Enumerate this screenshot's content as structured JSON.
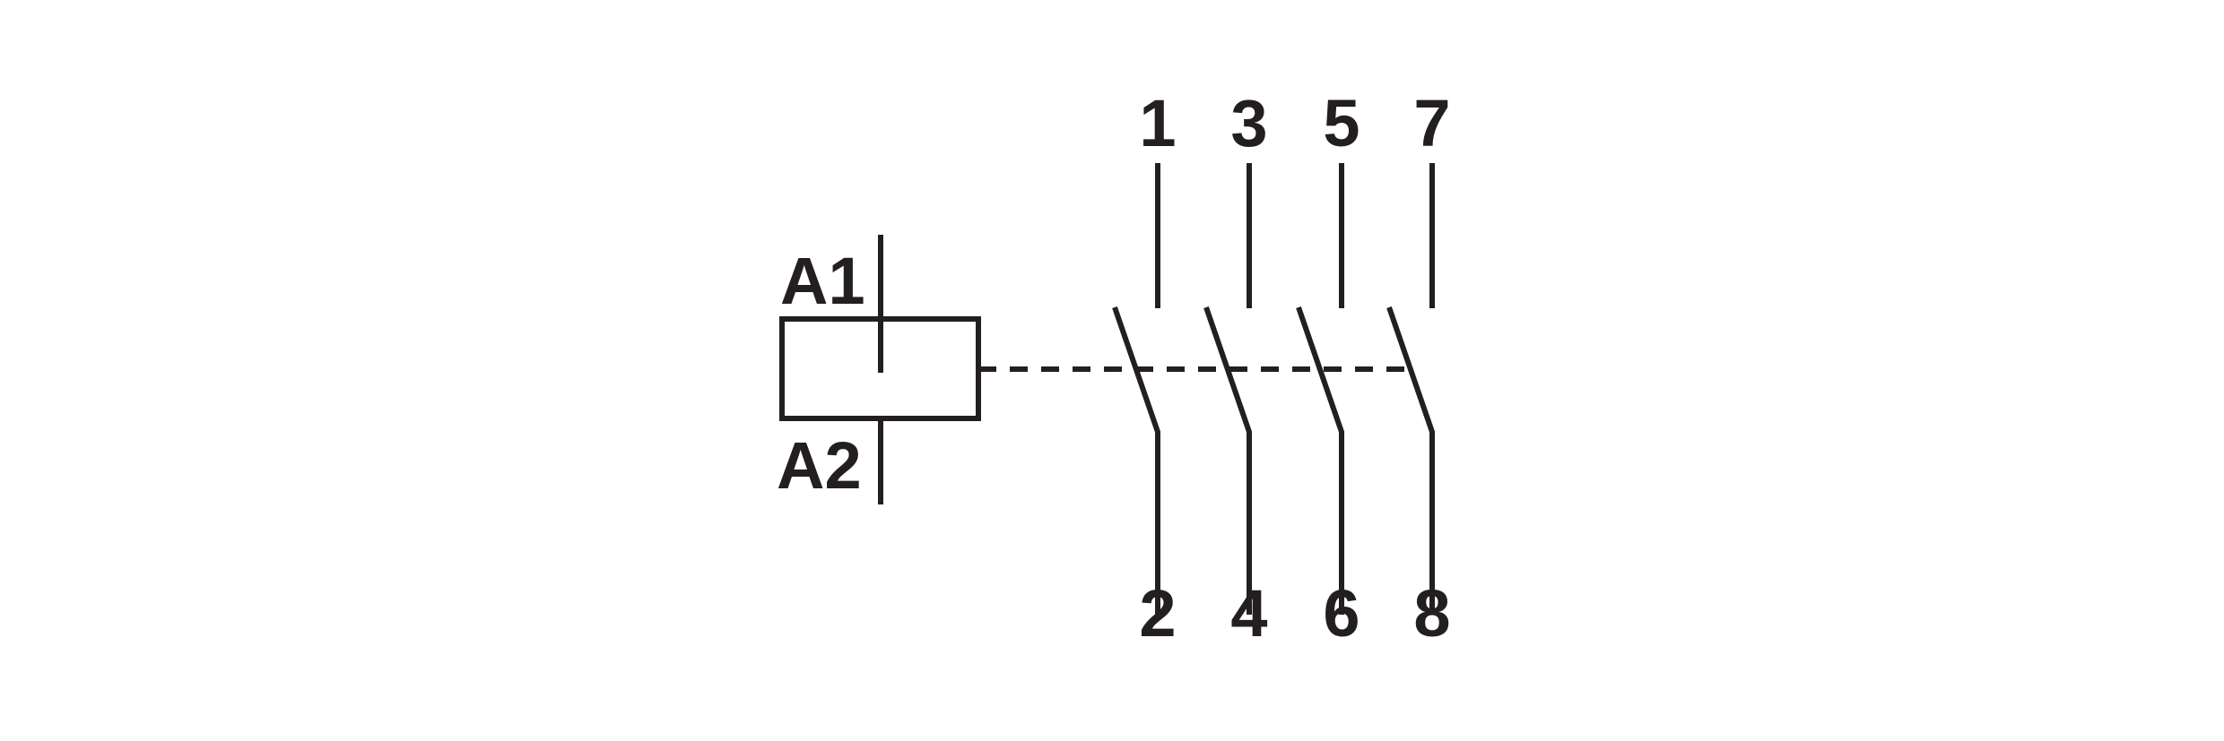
{
  "coil": {
    "top_label": "A1",
    "bottom_label": "A2"
  },
  "contacts": [
    {
      "top": "1",
      "bottom": "2"
    },
    {
      "top": "3",
      "bottom": "4"
    },
    {
      "top": "5",
      "bottom": "6"
    },
    {
      "top": "7",
      "bottom": "8"
    }
  ],
  "colors": {
    "ink": "#231f20",
    "background": "#ffffff"
  }
}
